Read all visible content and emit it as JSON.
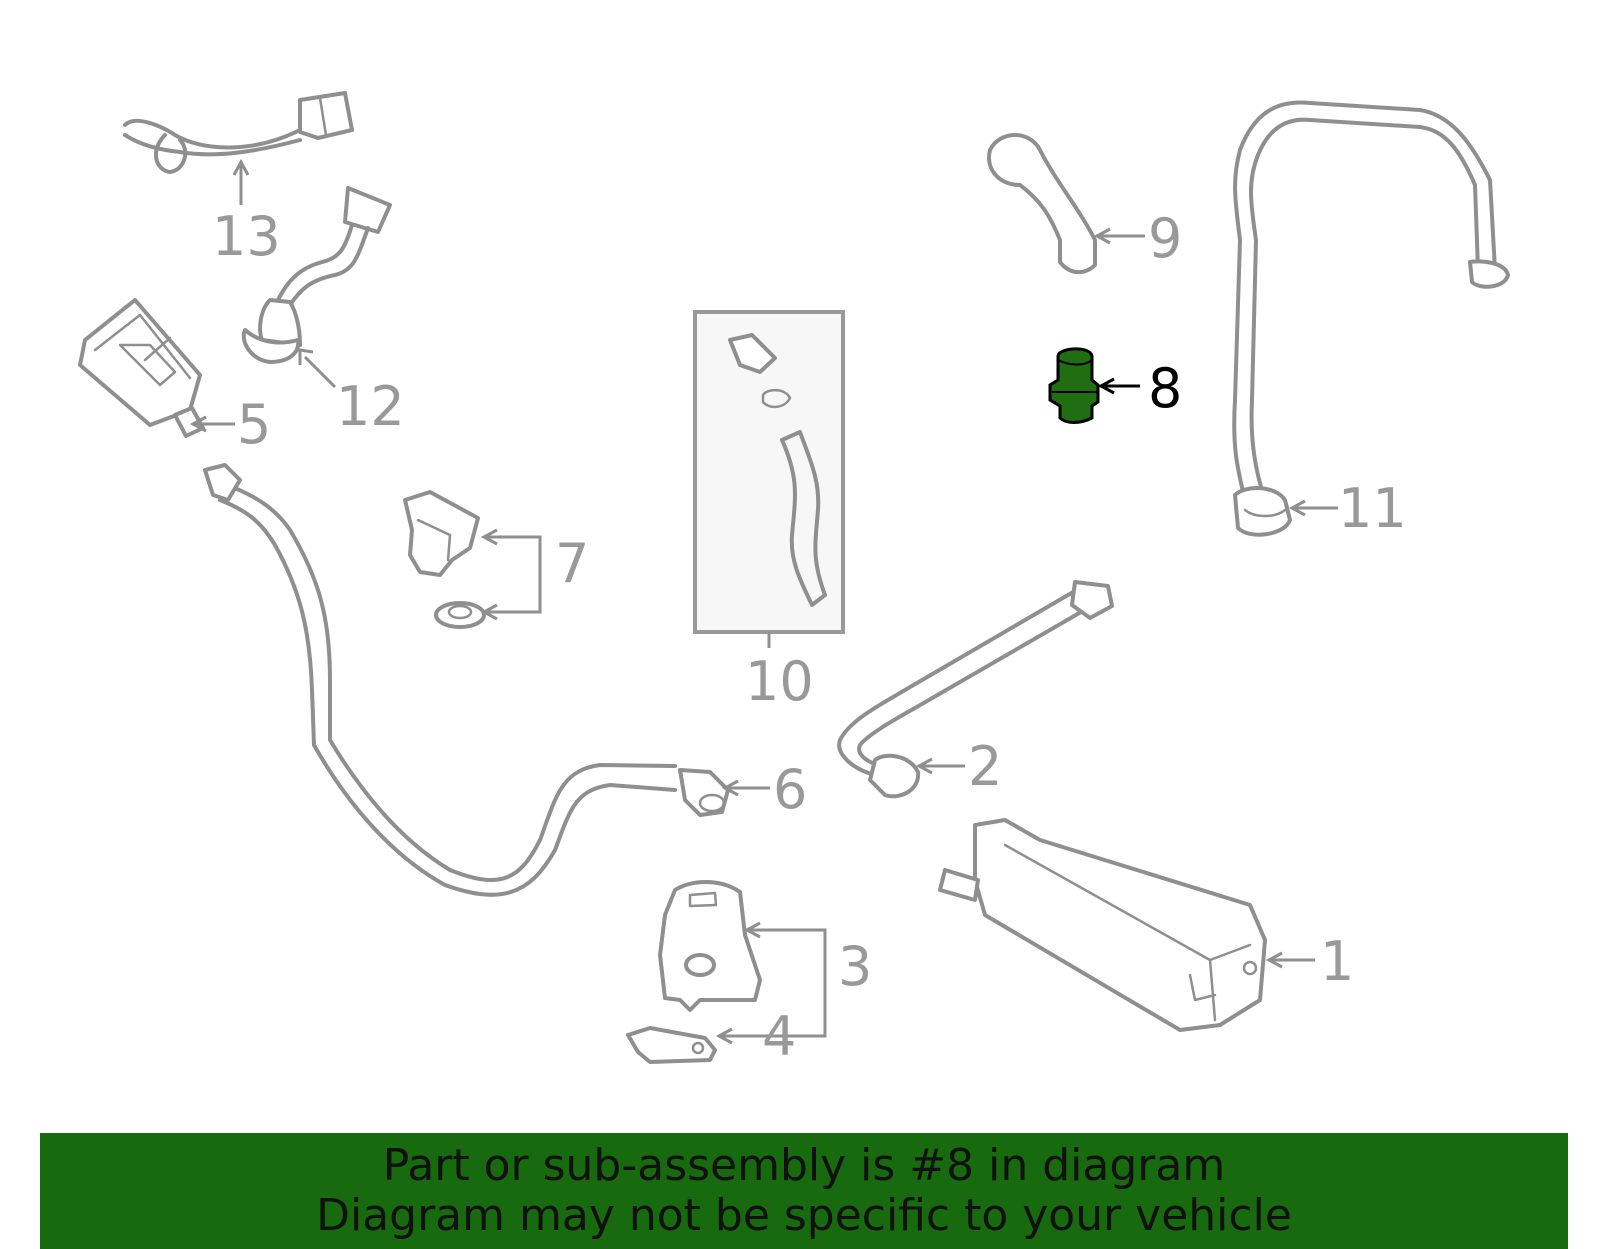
{
  "diagram": {
    "highlight_color": "#1f6e12",
    "line_color": "#8f8f8f",
    "callouts": [
      {
        "number": "1",
        "highlighted": false
      },
      {
        "number": "2",
        "highlighted": false
      },
      {
        "number": "3",
        "highlighted": false
      },
      {
        "number": "4",
        "highlighted": false
      },
      {
        "number": "5",
        "highlighted": false
      },
      {
        "number": "6",
        "highlighted": false
      },
      {
        "number": "7",
        "highlighted": false
      },
      {
        "number": "8",
        "highlighted": true
      },
      {
        "number": "9",
        "highlighted": false
      },
      {
        "number": "10",
        "highlighted": false
      },
      {
        "number": "11",
        "highlighted": false
      },
      {
        "number": "12",
        "highlighted": false
      },
      {
        "number": "13",
        "highlighted": false
      }
    ]
  },
  "banner": {
    "line1": "Part or sub-assembly is #8 in diagram",
    "line2": "Diagram may not be specific to your vehicle",
    "background": "#176a0e"
  }
}
